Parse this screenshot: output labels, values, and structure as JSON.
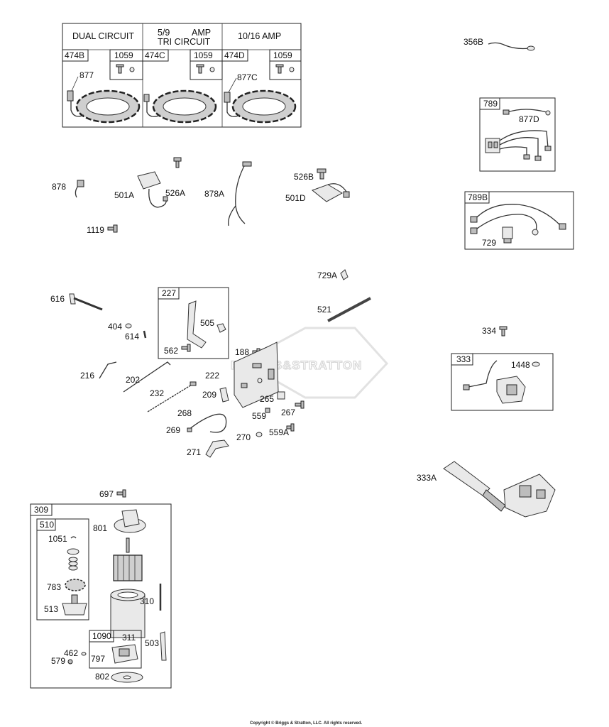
{
  "stator_table": {
    "headers": [
      "DUAL CIRCUIT",
      "5/9",
      "AMP",
      "TRI CIRCUIT",
      "10/16 AMP"
    ],
    "cells": [
      "474B",
      "1059",
      "474C",
      "1059",
      "474D",
      "1059"
    ]
  },
  "part_labels": {
    "p877": "877",
    "p877C": "877C",
    "p356B": "356B",
    "p789": "789",
    "p877D": "877D",
    "p878": "878",
    "p501A": "501A",
    "p526A": "526A",
    "p878A": "878A",
    "p526B": "526B",
    "p501D": "501D",
    "p1119": "1119",
    "p789B": "789B",
    "p729": "729",
    "p729A": "729A",
    "p616": "616",
    "p227": "227",
    "p505": "505",
    "p562": "562",
    "p521": "521",
    "p404": "404",
    "p614": "614",
    "p188": "188",
    "p334": "334",
    "p216": "216",
    "p202": "202",
    "p222": "222",
    "p333": "333",
    "p1448": "1448",
    "p232": "232",
    "p209": "209",
    "p265": "265",
    "p268": "268",
    "p559": "559",
    "p267": "267",
    "p269": "269",
    "p270": "270",
    "p559A": "559A",
    "p271": "271",
    "p333A": "333A",
    "p697": "697",
    "p309": "309",
    "p510": "510",
    "p801": "801",
    "p1051": "1051",
    "p783": "783",
    "p310": "310",
    "p513": "513",
    "p1090": "1090",
    "p311": "311",
    "p503": "503",
    "p462": "462",
    "p797": "797",
    "p579": "579",
    "p802": "802"
  },
  "watermark": "BRIGGS&STRATTON",
  "copyright": "Copyright © Briggs & Stratton, LLC. All rights reserved."
}
